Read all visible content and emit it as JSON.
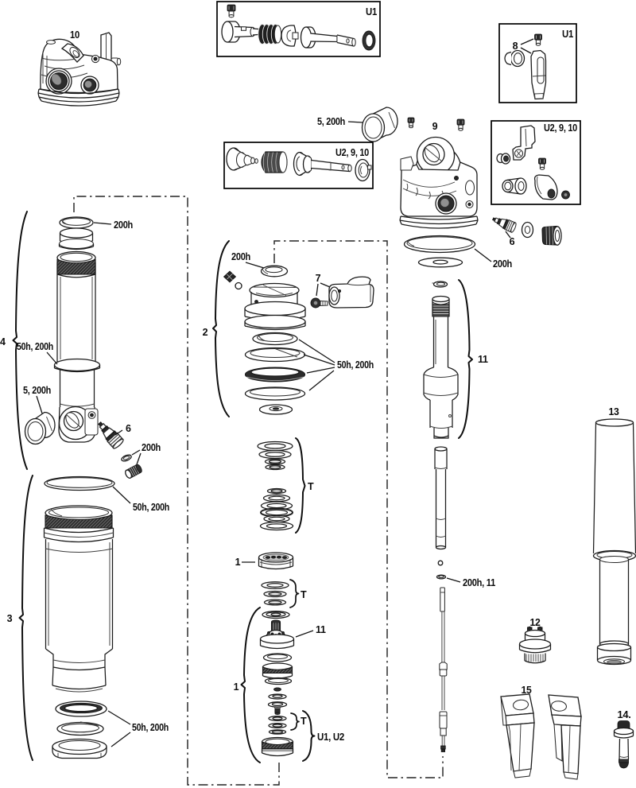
{
  "page": {
    "background": "#ffffff",
    "ink": "#1a1a1a",
    "kind": "exploded-parts-diagram"
  },
  "callouts": {
    "part10": "10",
    "box_u1_top": "U1",
    "box_u1_right": "U1",
    "part8": "8",
    "bushing_top": "5, 200h",
    "box_u2910_center": "U2, 9, 10",
    "part9": "9",
    "box_u2910_right": "U2, 9, 10",
    "valve6_right": "6",
    "oring_head": "200h",
    "oring_damper_top": "200h",
    "brace4": "4",
    "ring_damper_mid": "50h, 200h",
    "bushing_left": "5, 200h",
    "valve6_left": "6",
    "oring_small_left": "200h",
    "oring_aircan_top": "50h, 200h",
    "brace3": "3",
    "seals_aircan": "50h, 200h",
    "brace2": "2",
    "oring_piston": "200h",
    "part7": "7",
    "rings_piston": "50h, 200h",
    "shims_t1": "T",
    "piston1": "1",
    "shims_t2": "T",
    "brace1": "1",
    "part11_piston": "11",
    "shims_t3": "T",
    "brace_u1u2": "U1, U2",
    "part11_shaft": "11",
    "oring_needle": "200h, 11",
    "part12": "12",
    "part13": "13",
    "part15": "15",
    "part14": "14."
  }
}
